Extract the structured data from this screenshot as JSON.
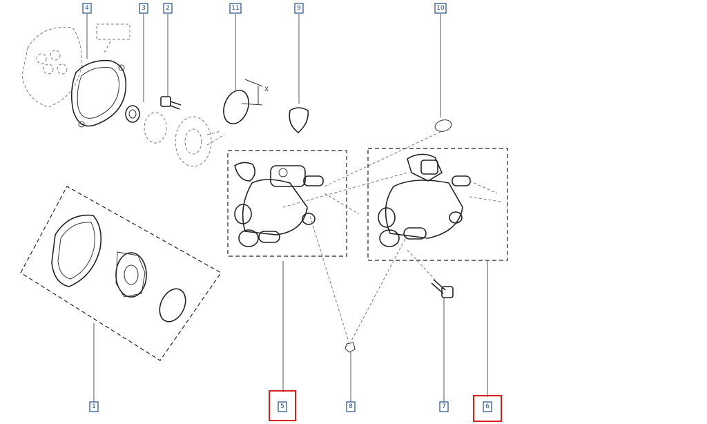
{
  "callouts": [
    {
      "id": "1",
      "label": "1",
      "highlighted": false
    },
    {
      "id": "2",
      "label": "2",
      "highlighted": false
    },
    {
      "id": "3",
      "label": "3",
      "highlighted": false
    },
    {
      "id": "4",
      "label": "4",
      "highlighted": false
    },
    {
      "id": "5",
      "label": "5",
      "highlighted": true
    },
    {
      "id": "6",
      "label": "6",
      "highlighted": true
    },
    {
      "id": "7",
      "label": "7",
      "highlighted": false
    },
    {
      "id": "8",
      "label": "8",
      "highlighted": false
    },
    {
      "id": "9",
      "label": "9",
      "highlighted": false
    },
    {
      "id": "10",
      "label": "10",
      "highlighted": false
    },
    {
      "id": "11",
      "label": "11",
      "highlighted": false
    }
  ],
  "dimension_marker": "X",
  "colors": {
    "callout": "#1f4e8c",
    "highlight": "#d92020",
    "linework": "#222222"
  }
}
